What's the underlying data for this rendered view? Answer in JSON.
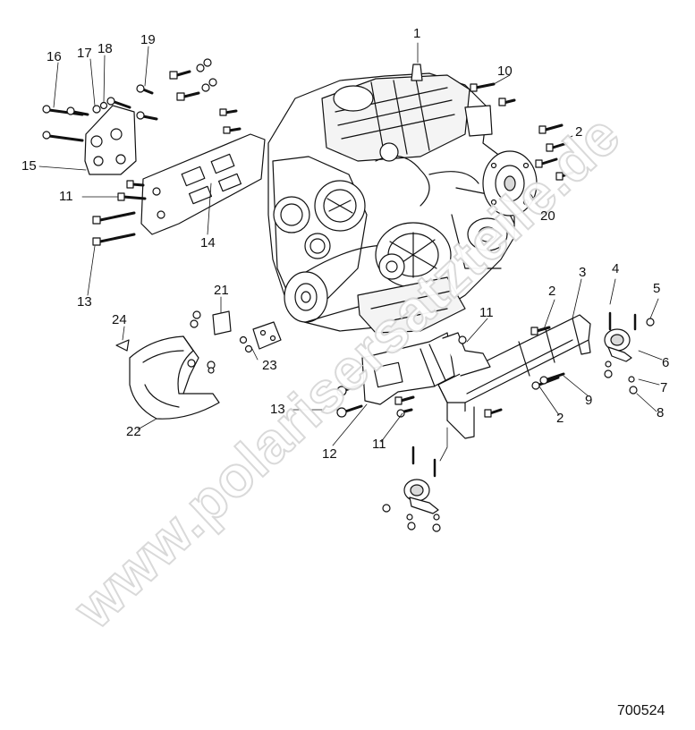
{
  "diagram": {
    "drawing_number": "700524",
    "watermark": "www.polarisersatzteile.de",
    "callouts": [
      "1",
      "2",
      "2",
      "2",
      "3",
      "4",
      "5",
      "6",
      "7",
      "8",
      "9",
      "10",
      "11",
      "11",
      "11",
      "12",
      "13",
      "13",
      "14",
      "15",
      "16",
      "17",
      "18",
      "19",
      "20",
      "21",
      "22",
      "23",
      "24"
    ],
    "colors": {
      "line": "#111111",
      "fill_light": "#ffffff",
      "fill_shade": "#d9d9d9",
      "watermark": "#d8d8d8"
    }
  }
}
